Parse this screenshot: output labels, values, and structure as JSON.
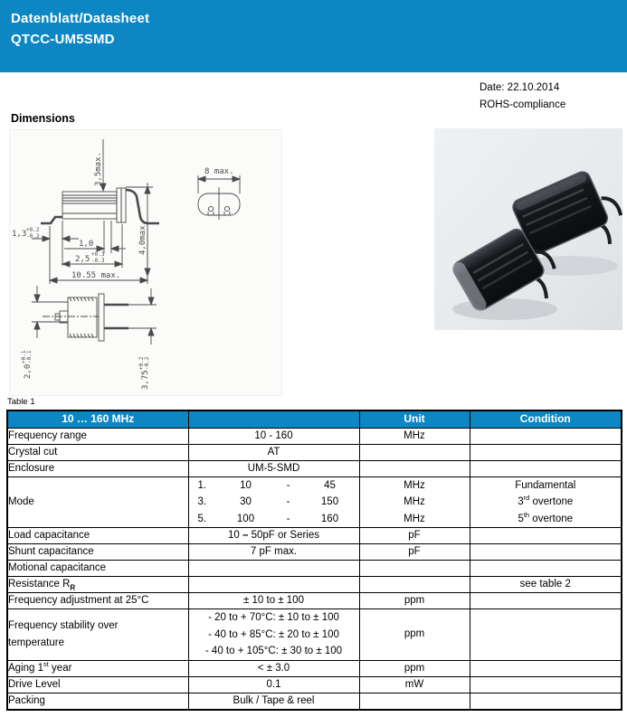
{
  "colors": {
    "accent_blue": "#0d87c3",
    "photo_bg": "#e9ebee"
  },
  "banner": {
    "line1": "Datenblatt/Datasheet",
    "line2": "QTCC-UM5SMD"
  },
  "meta": {
    "date": "Date: 22.10.2014",
    "rohs": "ROHS-compliance"
  },
  "dimensions_section": {
    "heading": "Dimensions",
    "drawing": {
      "side_height": "3,5max.",
      "overall_height": "4,0max.",
      "top_width": "8 max.",
      "overall_length": "10.55 max.",
      "lead_width": "1,0",
      "foot": {
        "v": "1,3",
        "p": "+0.2",
        "m": "-0.2"
      },
      "offset": {
        "v": "2,5",
        "p": "+0.3",
        "m": "-0.3"
      },
      "front_body": {
        "v": "2,0",
        "p": "+0.1",
        "m": "-0.1"
      },
      "lead_spacing": {
        "v": "3,75",
        "p": "+0.2",
        "m": "-0.2"
      }
    }
  },
  "table": {
    "caption": "Table 1",
    "header": {
      "title": "10 … 160 MHz",
      "col2": "",
      "unit": "Unit",
      "condition": "Condition"
    },
    "rows": {
      "frequency_range": {
        "label": "Frequency range",
        "value": "10 - 160",
        "unit": "MHz",
        "condition": ""
      },
      "crystal_cut": {
        "label": "Crystal cut",
        "value": "AT",
        "unit": "",
        "condition": ""
      },
      "enclosure": {
        "label": "Enclosure",
        "value": "UM-5-SMD",
        "unit": "",
        "condition": ""
      },
      "mode": {
        "label": "Mode",
        "lines": [
          {
            "no": "1.",
            "from": "10",
            "dash": "-",
            "to": "45"
          },
          {
            "no": "3.",
            "from": "30",
            "dash": "-",
            "to": "150"
          },
          {
            "no": "5.",
            "from": "100",
            "dash": "-",
            "to": "160"
          }
        ],
        "units": [
          "MHz",
          "MHz",
          "MHz"
        ],
        "conditions": [
          {
            "pre": "Fundamental",
            "sup": "",
            "post": ""
          },
          {
            "pre": "3",
            "sup": "rd",
            "post": " overtone"
          },
          {
            "pre": "5",
            "sup": "th",
            "post": " overtone"
          }
        ]
      },
      "load_capacitance": {
        "label": "Load capacitance",
        "value_pre": "10 ",
        "value_dash": "–",
        "value_post": " 50pF or Series",
        "unit": "pF",
        "condition": ""
      },
      "shunt_capacitance": {
        "label": "Shunt capacitance",
        "value": "7 pF max.",
        "unit": "pF",
        "condition": ""
      },
      "motional_capacitance": {
        "label": "Motional capacitance",
        "value": "",
        "unit": "",
        "condition": ""
      },
      "resistance": {
        "label_pre": "Resistance R",
        "label_sub": "R",
        "value": "",
        "unit": "",
        "condition": "see table 2"
      },
      "frequency_adjustment": {
        "label": "Frequency adjustment at 25°C",
        "value": "± 10 to ± 100",
        "unit": "ppm",
        "condition": ""
      },
      "frequency_stability": {
        "label_line1": "Frequency stability over",
        "label_line2": "temperature",
        "values": [
          "- 20 to  + 70°C: ± 10 to ± 100",
          "- 40 to  + 85°C: ± 20 to ± 100",
          "- 40 to + 105°C: ± 30 to ± 100"
        ],
        "unit": "ppm",
        "condition": ""
      },
      "aging": {
        "label_pre": "Aging 1",
        "label_sup": "st",
        "label_post": " year",
        "value": "< ± 3.0",
        "unit": "ppm",
        "condition": ""
      },
      "drive_level": {
        "label": "Drive Level",
        "value": "0.1",
        "unit": "mW",
        "condition": ""
      },
      "packing": {
        "label": "Packing",
        "value": "Bulk / Tape & reel",
        "unit": "",
        "condition": ""
      }
    }
  }
}
